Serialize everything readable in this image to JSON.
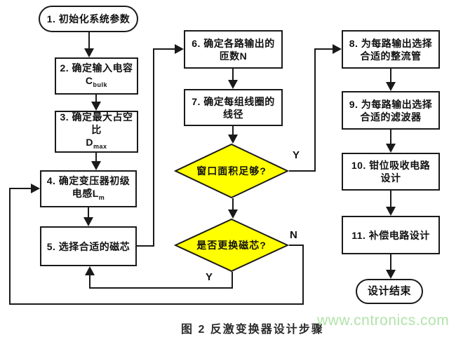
{
  "figure": {
    "caption": "图 2 反激变换器设计步骤",
    "watermark": "www.cntronics.com"
  },
  "colors": {
    "decision_fill": "#ffff00",
    "line": "#1a1a1a",
    "caption": "#2b2b2b",
    "watermark": "#b2e3aa"
  },
  "nodes": {
    "start": {
      "label": "1. 初始化系统参数"
    },
    "step2": {
      "line1": "2. 确定输入电容",
      "symbol": "C",
      "subscript": "bulk"
    },
    "step3": {
      "line1": "3. 确定最大占空比",
      "symbol": "D",
      "subscript": "max"
    },
    "step4": {
      "line1": "4. 确定变压器初级",
      "line2": "电感",
      "symbol": "L",
      "subscript": "m"
    },
    "step5": {
      "label": "5. 选择合适的磁芯"
    },
    "step6": {
      "line1": "6. 确定各路输出的",
      "line2": "匝数N"
    },
    "step7": {
      "line1": "7. 确定每组线圈的",
      "line2": "线径"
    },
    "decision1": {
      "label": "窗口面积足够?"
    },
    "decision2": {
      "label": "是否更换磁芯?"
    },
    "step8": {
      "line1": "8. 为每路输出选择",
      "line2": "合适的整流管"
    },
    "step9": {
      "line1": "9. 为每路输出选择",
      "line2": "合适的滤波器"
    },
    "step10": {
      "line1": "10. 钳位吸收电路",
      "line2": "设计"
    },
    "step11": {
      "label": "11. 补偿电路设计"
    },
    "end": {
      "label": "设计结束"
    }
  },
  "edges": {
    "decision1_yes": "Y",
    "decision2_yes": "Y",
    "decision2_no": "N"
  }
}
